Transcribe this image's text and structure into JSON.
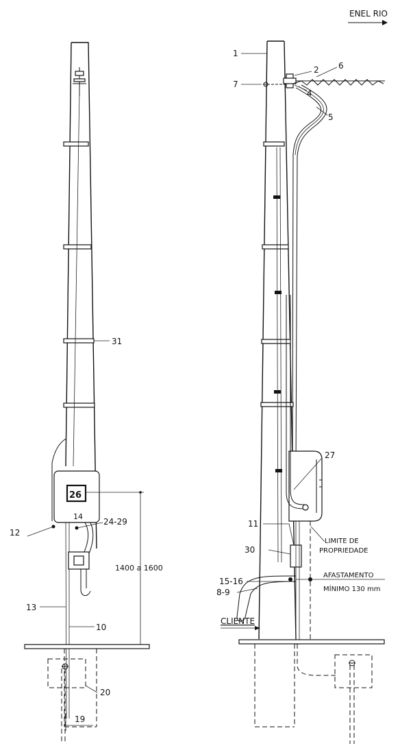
{
  "header": {
    "brand": "ENEL RIO"
  },
  "left_view": {
    "labels": {
      "band": "31",
      "meter": "26",
      "l14": "14",
      "l24_29": "24-29",
      "l12": "12",
      "l13": "13",
      "l10": "10",
      "l20": "20",
      "l19": "19"
    },
    "dimension": "1400 a 1600"
  },
  "right_view": {
    "labels": {
      "l1": "1",
      "l2": "2",
      "l6": "6",
      "l7": "7",
      "l4": "4",
      "l5": "5",
      "l27": "27",
      "l11": "11",
      "l30": "30",
      "l15_16": "15-16",
      "l8_9": "8-9"
    },
    "limite_line1": "LIMITE DE",
    "limite_line2": "PROPRIEDADE",
    "afastamento": "AFASTAMENTO",
    "minimo": "MÍNIMO 130 mm",
    "cliente": "CLIENTE"
  }
}
